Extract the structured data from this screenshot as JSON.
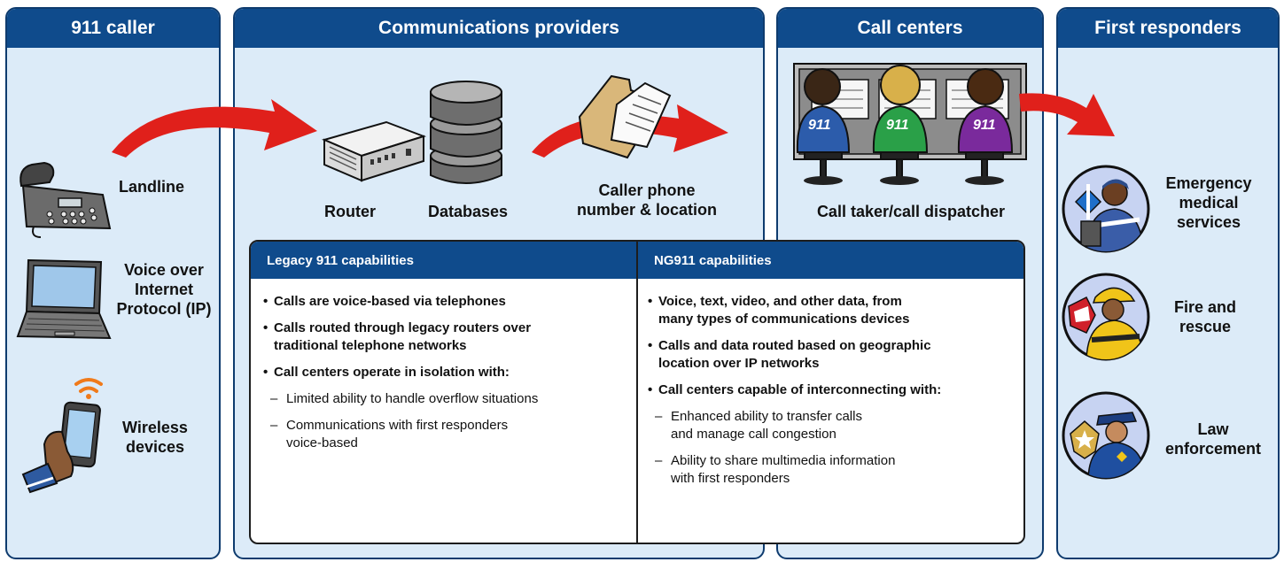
{
  "columns": {
    "caller": {
      "title": "911 caller"
    },
    "providers": {
      "title": "Communications providers"
    },
    "call_centers": {
      "title": "Call centers"
    },
    "responders": {
      "title": "First responders"
    }
  },
  "caller": {
    "landline": "Landline",
    "voip_line1": "Voice over",
    "voip_line2": "Internet",
    "voip_line3": "Protocol (IP)",
    "wireless_line1": "Wireless",
    "wireless_line2": "devices"
  },
  "providers": {
    "router": "Router",
    "databases": "Databases",
    "caller_info_line1": "Caller phone",
    "caller_info_line2": "number & location"
  },
  "call_centers": {
    "dispatcher": "Call taker/call dispatcher",
    "badge": "911"
  },
  "responders": {
    "ems_line1": "Emergency",
    "ems_line2": "medical",
    "ems_line3": "services",
    "fire_line1": "Fire and",
    "fire_line2": "rescue",
    "law_line1": "Law",
    "law_line2": "enforcement"
  },
  "capabilities": {
    "legacy": {
      "title": "Legacy 911 capabilities",
      "b1": "Calls are voice-based via telephones",
      "b2_line1": "Calls routed through legacy routers over",
      "b2_line2": "traditional telephone networks",
      "b3": "Call centers operate in isolation with:",
      "s1": "Limited ability to handle overflow situations",
      "s2_line1": "Communications with first responders",
      "s2_line2": "voice-based"
    },
    "ng911": {
      "title": "NG911 capabilities",
      "b1_line1": "Voice, text, video, and other data, from",
      "b1_line2": "many types of communications devices",
      "b2_line1": "Calls and data routed based on geographic",
      "b2_line2": "location over IP networks",
      "b3": "Call centers capable of interconnecting with:",
      "s1_line1": "Enhanced ability to transfer calls",
      "s1_line2": "and manage call congestion",
      "s2_line1": "Ability to share multimedia information",
      "s2_line2": "with first responders"
    }
  },
  "colors": {
    "panel_header": "#0f4b8c",
    "panel_bg": "#dcebf8",
    "arrow": "#e0201b"
  },
  "icons": [
    "desk-phone-icon",
    "laptop-icon",
    "smartphone-icon",
    "router-icon",
    "database-icon",
    "documents-icon",
    "dispatchers-icon",
    "ems-icon",
    "firefighter-icon",
    "police-icon",
    "red-arrow-icon"
  ]
}
